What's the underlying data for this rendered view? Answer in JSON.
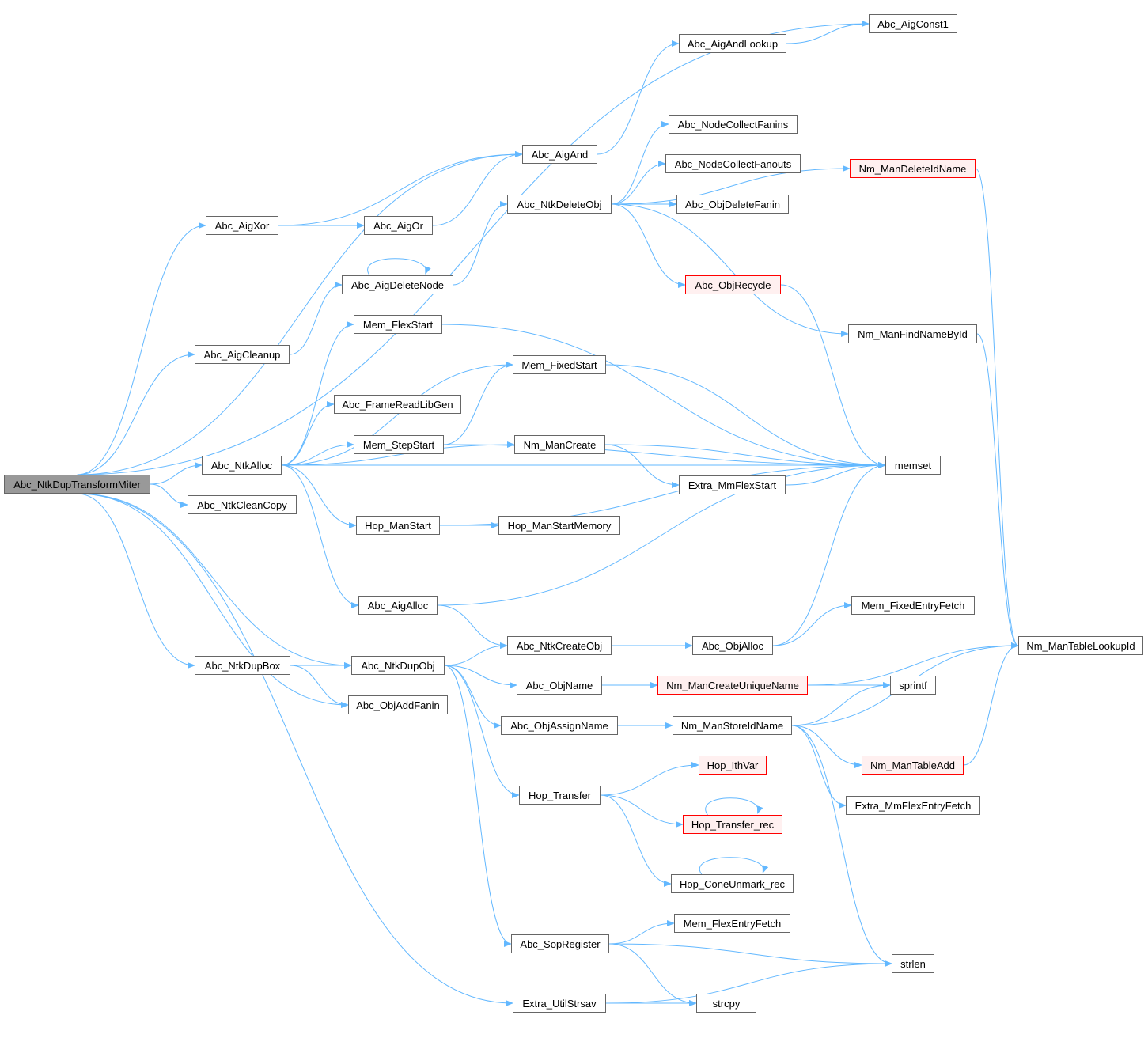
{
  "colors": {
    "edge": "#63b8ff",
    "root_fill": "#999999",
    "red_border": "#ff0000",
    "red_fill": "#fff0f0"
  },
  "nodes": [
    {
      "id": "miter",
      "label": "Abc_NtkDupTransformMiter",
      "style": "root"
    },
    {
      "id": "aigconst1",
      "label": "Abc_AigConst1",
      "style": "normal"
    },
    {
      "id": "aigandlookup",
      "label": "Abc_AigAndLookup",
      "style": "normal"
    },
    {
      "id": "collectfanins",
      "label": "Abc_NodeCollectFanins",
      "style": "normal"
    },
    {
      "id": "deleteidname",
      "label": "Nm_ManDeleteIdName",
      "style": "red"
    },
    {
      "id": "aigand",
      "label": "Abc_AigAnd",
      "style": "normal"
    },
    {
      "id": "collectfanouts",
      "label": "Abc_NodeCollectFanouts",
      "style": "normal"
    },
    {
      "id": "aigxor",
      "label": "Abc_AigXor",
      "style": "normal"
    },
    {
      "id": "aigor",
      "label": "Abc_AigOr",
      "style": "normal"
    },
    {
      "id": "ntkdeleteobj",
      "label": "Abc_NtkDeleteObj",
      "style": "normal"
    },
    {
      "id": "objdeletefanin",
      "label": "Abc_ObjDeleteFanin",
      "style": "normal"
    },
    {
      "id": "aigdeletenode",
      "label": "Abc_AigDeleteNode",
      "style": "normal"
    },
    {
      "id": "objrecycle",
      "label": "Abc_ObjRecycle",
      "style": "red"
    },
    {
      "id": "memflexstart",
      "label": "Mem_FlexStart",
      "style": "normal"
    },
    {
      "id": "findnamebyid",
      "label": "Nm_ManFindNameById",
      "style": "normal"
    },
    {
      "id": "aigcleanup",
      "label": "Abc_AigCleanup",
      "style": "normal"
    },
    {
      "id": "memfixedstart",
      "label": "Mem_FixedStart",
      "style": "normal"
    },
    {
      "id": "framereadlibgen",
      "label": "Abc_FrameReadLibGen",
      "style": "normal"
    },
    {
      "id": "memstepstart",
      "label": "Mem_StepStart",
      "style": "normal"
    },
    {
      "id": "nmmancreate",
      "label": "Nm_ManCreate",
      "style": "normal"
    },
    {
      "id": "ntkalloc",
      "label": "Abc_NtkAlloc",
      "style": "normal"
    },
    {
      "id": "memset",
      "label": "memset",
      "style": "normal"
    },
    {
      "id": "mmflexstart",
      "label": "Extra_MmFlexStart",
      "style": "normal"
    },
    {
      "id": "ntkcleancopy",
      "label": "Abc_NtkCleanCopy",
      "style": "normal"
    },
    {
      "id": "hopmanstart",
      "label": "Hop_ManStart",
      "style": "normal"
    },
    {
      "id": "hopmanstartmemory",
      "label": "Hop_ManStartMemory",
      "style": "normal"
    },
    {
      "id": "aigalloc",
      "label": "Abc_AigAlloc",
      "style": "normal"
    },
    {
      "id": "memfixedentryfetch",
      "label": "Mem_FixedEntryFetch",
      "style": "normal"
    },
    {
      "id": "ntkdupbox",
      "label": "Abc_NtkDupBox",
      "style": "normal"
    },
    {
      "id": "ntkdupobj",
      "label": "Abc_NtkDupObj",
      "style": "normal"
    },
    {
      "id": "ntkcreateobj",
      "label": "Abc_NtkCreateObj",
      "style": "normal"
    },
    {
      "id": "objalloc",
      "label": "Abc_ObjAlloc",
      "style": "normal"
    },
    {
      "id": "tablelookupid",
      "label": "Nm_ManTableLookupId",
      "style": "normal"
    },
    {
      "id": "objname",
      "label": "Abc_ObjName",
      "style": "normal"
    },
    {
      "id": "createuniquename",
      "label": "Nm_ManCreateUniqueName",
      "style": "red"
    },
    {
      "id": "sprintf",
      "label": "sprintf",
      "style": "normal"
    },
    {
      "id": "objaddfanin",
      "label": "Abc_ObjAddFanin",
      "style": "normal"
    },
    {
      "id": "objassignname",
      "label": "Abc_ObjAssignName",
      "style": "normal"
    },
    {
      "id": "storeidname",
      "label": "Nm_ManStoreIdName",
      "style": "normal"
    },
    {
      "id": "hopithvar",
      "label": "Hop_IthVar",
      "style": "red"
    },
    {
      "id": "tableadd",
      "label": "Nm_ManTableAdd",
      "style": "red"
    },
    {
      "id": "hoptransfer",
      "label": "Hop_Transfer",
      "style": "normal"
    },
    {
      "id": "mmflexentryfetch",
      "label": "Extra_MmFlexEntryFetch",
      "style": "normal"
    },
    {
      "id": "hoptransferrec",
      "label": "Hop_Transfer_rec",
      "style": "red"
    },
    {
      "id": "hopconeunmarkrec",
      "label": "Hop_ConeUnmark_rec",
      "style": "normal"
    },
    {
      "id": "memflexentryfetch",
      "label": "Mem_FlexEntryFetch",
      "style": "normal"
    },
    {
      "id": "sopregister",
      "label": "Abc_SopRegister",
      "style": "normal"
    },
    {
      "id": "strlen",
      "label": "strlen",
      "style": "normal"
    },
    {
      "id": "utilstrsav",
      "label": "Extra_UtilStrsav",
      "style": "normal"
    },
    {
      "id": "strcpy",
      "label": "strcpy",
      "style": "normal"
    }
  ],
  "edges": [
    [
      "miter",
      "aigconst1"
    ],
    [
      "miter",
      "aigand"
    ],
    [
      "miter",
      "aigxor"
    ],
    [
      "miter",
      "aigcleanup"
    ],
    [
      "miter",
      "ntkalloc"
    ],
    [
      "miter",
      "ntkcleancopy"
    ],
    [
      "miter",
      "ntkdupbox"
    ],
    [
      "miter",
      "ntkdupobj"
    ],
    [
      "miter",
      "objaddfanin"
    ],
    [
      "miter",
      "utilstrsav"
    ],
    [
      "aigxor",
      "aigand"
    ],
    [
      "aigxor",
      "aigor"
    ],
    [
      "aigor",
      "aigand"
    ],
    [
      "aigand",
      "aigandlookup"
    ],
    [
      "aigandlookup",
      "aigconst1"
    ],
    [
      "aigcleanup",
      "aigdeletenode"
    ],
    [
      "aigdeletenode",
      "aigdeletenode"
    ],
    [
      "aigdeletenode",
      "ntkdeleteobj"
    ],
    [
      "ntkdeleteobj",
      "deleteidname"
    ],
    [
      "ntkdeleteobj",
      "collectfanins"
    ],
    [
      "ntkdeleteobj",
      "collectfanouts"
    ],
    [
      "ntkdeleteobj",
      "objdeletefanin"
    ],
    [
      "ntkdeleteobj",
      "objrecycle"
    ],
    [
      "ntkdeleteobj",
      "findnamebyid"
    ],
    [
      "deleteidname",
      "tablelookupid"
    ],
    [
      "findnamebyid",
      "tablelookupid"
    ],
    [
      "objrecycle",
      "memset"
    ],
    [
      "ntkalloc",
      "memflexstart"
    ],
    [
      "ntkalloc",
      "memfixedstart"
    ],
    [
      "ntkalloc",
      "framereadlibgen"
    ],
    [
      "ntkalloc",
      "memstepstart"
    ],
    [
      "ntkalloc",
      "nmmancreate"
    ],
    [
      "ntkalloc",
      "hopmanstart"
    ],
    [
      "ntkalloc",
      "aigalloc"
    ],
    [
      "ntkalloc",
      "memset"
    ],
    [
      "memflexstart",
      "memset"
    ],
    [
      "memfixedstart",
      "memset"
    ],
    [
      "memstepstart",
      "memfixedstart"
    ],
    [
      "memstepstart",
      "memset"
    ],
    [
      "nmmancreate",
      "memset"
    ],
    [
      "nmmancreate",
      "mmflexstart"
    ],
    [
      "mmflexstart",
      "memset"
    ],
    [
      "hopmanstart",
      "memset"
    ],
    [
      "hopmanstart",
      "hopmanstartmemory"
    ],
    [
      "aigalloc",
      "memset"
    ],
    [
      "aigalloc",
      "ntkcreateobj"
    ],
    [
      "ntkcreateobj",
      "objalloc"
    ],
    [
      "objalloc",
      "memset"
    ],
    [
      "objalloc",
      "memfixedentryfetch"
    ],
    [
      "ntkdupbox",
      "ntkdupobj"
    ],
    [
      "ntkdupbox",
      "objaddfanin"
    ],
    [
      "ntkdupobj",
      "ntkcreateobj"
    ],
    [
      "ntkdupobj",
      "objname"
    ],
    [
      "ntkdupobj",
      "objassignname"
    ],
    [
      "ntkdupobj",
      "hoptransfer"
    ],
    [
      "ntkdupobj",
      "sopregister"
    ],
    [
      "objname",
      "createuniquename"
    ],
    [
      "createuniquename",
      "tablelookupid"
    ],
    [
      "createuniquename",
      "sprintf"
    ],
    [
      "objassignname",
      "storeidname"
    ],
    [
      "storeidname",
      "sprintf"
    ],
    [
      "storeidname",
      "tablelookupid"
    ],
    [
      "storeidname",
      "tableadd"
    ],
    [
      "storeidname",
      "mmflexentryfetch"
    ],
    [
      "storeidname",
      "strlen"
    ],
    [
      "tableadd",
      "tablelookupid"
    ],
    [
      "hoptransfer",
      "hopithvar"
    ],
    [
      "hoptransfer",
      "hoptransferrec"
    ],
    [
      "hoptransfer",
      "hopconeunmarkrec"
    ],
    [
      "hoptransferrec",
      "hoptransferrec"
    ],
    [
      "hopconeunmarkrec",
      "hopconeunmarkrec"
    ],
    [
      "sopregister",
      "memflexentryfetch"
    ],
    [
      "sopregister",
      "strlen"
    ],
    [
      "sopregister",
      "strcpy"
    ],
    [
      "utilstrsav",
      "strcpy"
    ],
    [
      "utilstrsav",
      "strlen"
    ]
  ]
}
